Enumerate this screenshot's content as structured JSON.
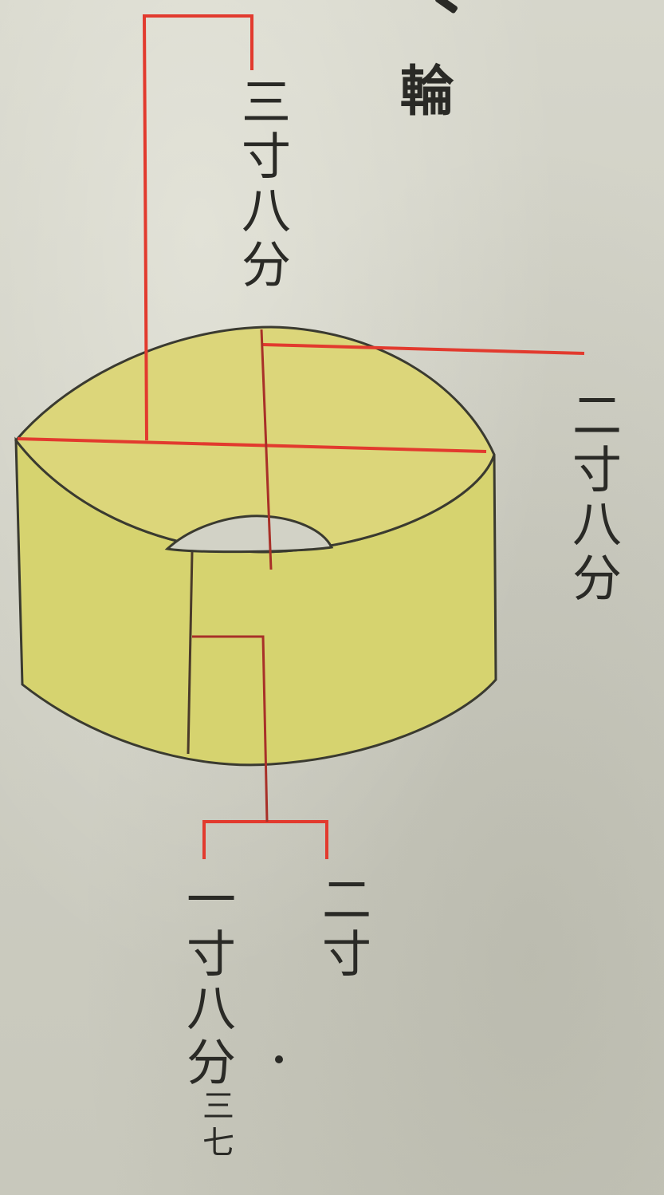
{
  "title": "輪",
  "labels": {
    "top_height": "三寸八分",
    "right_width": "二寸八分",
    "bottom_right": "二寸",
    "bottom_left": "一寸八分",
    "bottom_left_note": "三七"
  },
  "colors": {
    "paper": "#d0d0c5",
    "ring_fill": "#d7d57a",
    "dimension_line": "#e23a2e",
    "ink": "#2a2a26"
  }
}
